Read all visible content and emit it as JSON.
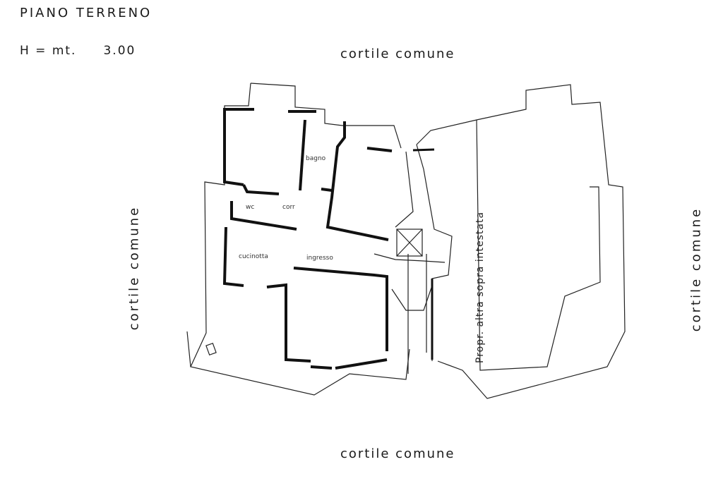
{
  "header": {
    "title": "PIANO TERRENO",
    "height_label": "H = mt.",
    "height_value": "3.00"
  },
  "surroundings": {
    "top": "cortile comune",
    "bottom": "cortile comune",
    "left": "cortile comune",
    "right": "cortile comune"
  },
  "rooms": {
    "bagno": "bagno",
    "wc": "wc",
    "corr": "corr",
    "cucina": "cucinotta",
    "ingresso": "ingresso"
  },
  "other_property": "Propr. altra sopra intestata"
}
